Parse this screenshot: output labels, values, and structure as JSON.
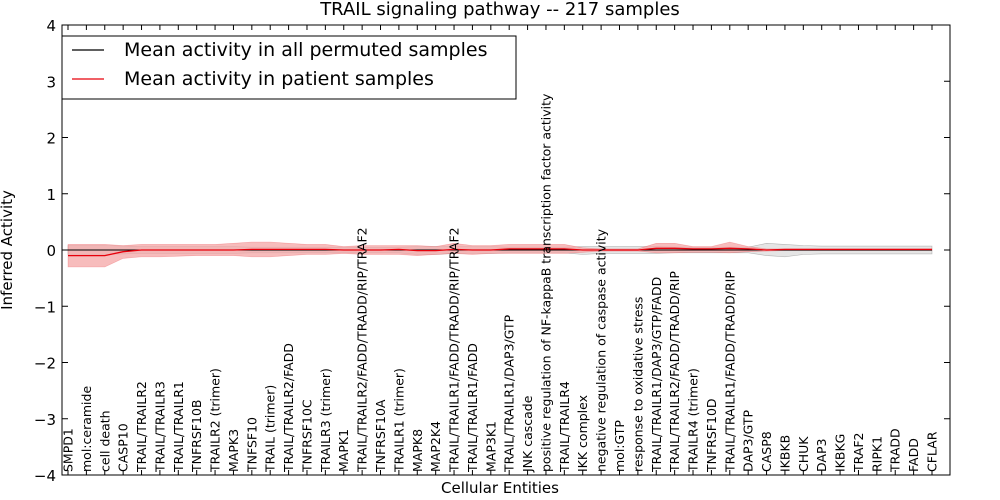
{
  "chart_data": {
    "type": "line",
    "title": "TRAIL signaling pathway -- 217 samples",
    "xlabel": "Cellular Entities",
    "ylabel": "Inferred Activity",
    "ylim": [
      -4,
      4
    ],
    "yticks": [
      "−4",
      "−3",
      "−2",
      "−1",
      "0",
      "1",
      "2",
      "3",
      "4"
    ],
    "grid": false,
    "legend_position": "top-left",
    "colors": {
      "permuted": "#000000",
      "patient": "#e8000b",
      "patient_band": "#f4a6a6",
      "permuted_band": "#cfcfcf"
    },
    "categories": [
      "SMPD1",
      "mol:ceramide",
      "cell death",
      "CASP10",
      "TRAIL/TRAILR2",
      "TRAIL/TRAILR3",
      "TRAIL/TRAILR1",
      "TNFRSF10B",
      "TRAILR2 (trimer)",
      "MAPK3",
      "TNFSF10",
      "TRAIL (trimer)",
      "TRAIL/TRAILR2/FADD",
      "TNFRSF10C",
      "TRAILR3 (trimer)",
      "MAPK1",
      "TRAIL/TRAILR2/FADD/TRADD/RIP/TRAF2",
      "TNFRSF10A",
      "TRAILR1 (trimer)",
      "MAPK8",
      "MAP2K4",
      "TRAIL/TRAILR1/FADD/TRADD/RIP/TRAF2",
      "TRAIL/TRAILR1/FADD",
      "MAP3K1",
      "TRAIL/TRAILR1/DAP3/GTP",
      "JNK cascade",
      "positive regulation of NF-kappaB transcription factor activity",
      "TRAIL/TRAILR4",
      "IKK complex",
      "negative regulation of caspase activity",
      "mol:GTP",
      "response to oxidative stress",
      "TRAIL/TRAILR1/DAP3/GTP/FADD",
      "TRAIL/TRAILR2/FADD/TRADD/RIP",
      "TRAILR4 (trimer)",
      "TNFRSF10D",
      "TRAIL/TRAILR1/FADD/TRADD/RIP",
      "DAP3/GTP",
      "CASP8",
      "IKBKB",
      "CHUK",
      "DAP3",
      "IKBKG",
      "TRAF2",
      "RIPK1",
      "TRADD",
      "FADD",
      "CFLAR"
    ],
    "series": [
      {
        "name": "Mean activity in all permuted samples",
        "values": [
          0,
          0,
          0,
          0,
          0,
          0,
          0,
          0,
          0,
          0,
          0,
          0,
          0,
          0,
          0,
          0,
          0,
          0,
          0,
          0,
          0,
          0,
          0,
          0,
          0,
          0,
          0,
          0,
          0,
          0,
          0,
          0,
          0,
          0,
          0,
          0,
          0,
          0,
          0,
          0,
          0,
          0,
          0,
          0,
          0,
          0,
          0,
          0
        ],
        "lower": [
          -0.08,
          -0.08,
          -0.08,
          -0.07,
          -0.06,
          -0.06,
          -0.06,
          -0.06,
          -0.06,
          -0.06,
          -0.05,
          -0.05,
          -0.05,
          -0.05,
          -0.05,
          -0.05,
          -0.05,
          -0.05,
          -0.05,
          -0.08,
          -0.08,
          -0.06,
          -0.06,
          -0.06,
          -0.05,
          -0.05,
          -0.05,
          -0.05,
          -0.08,
          -0.06,
          -0.06,
          -0.06,
          -0.06,
          -0.05,
          -0.05,
          -0.05,
          -0.05,
          -0.05,
          -0.1,
          -0.12,
          -0.08,
          -0.07,
          -0.07,
          -0.07,
          -0.07,
          -0.07,
          -0.07,
          -0.07
        ],
        "upper": [
          0.08,
          0.08,
          0.08,
          0.07,
          0.06,
          0.06,
          0.06,
          0.06,
          0.06,
          0.06,
          0.05,
          0.05,
          0.05,
          0.05,
          0.05,
          0.05,
          0.05,
          0.05,
          0.05,
          0.06,
          0.06,
          0.06,
          0.06,
          0.06,
          0.05,
          0.05,
          0.05,
          0.05,
          0.06,
          0.06,
          0.06,
          0.06,
          0.06,
          0.05,
          0.05,
          0.05,
          0.05,
          0.05,
          0.12,
          0.1,
          0.08,
          0.07,
          0.07,
          0.07,
          0.07,
          0.07,
          0.07,
          0.07
        ]
      },
      {
        "name": "Mean activity in patient samples",
        "values": [
          -0.1,
          -0.1,
          -0.1,
          -0.03,
          0.0,
          0.0,
          0.0,
          0.0,
          0.0,
          0.0,
          0.01,
          0.01,
          0.01,
          0.01,
          0.01,
          0.0,
          0.0,
          0.0,
          0.01,
          -0.01,
          -0.01,
          0.01,
          0.0,
          0.0,
          0.02,
          0.02,
          0.02,
          0.02,
          0.0,
          0.0,
          0.0,
          0.0,
          0.03,
          0.03,
          0.02,
          0.02,
          0.03,
          0.02,
          0.0,
          0.01,
          0.01,
          0.01,
          0.01,
          0.01,
          0.01,
          0.01,
          0.01,
          0.01
        ],
        "lower": [
          -0.3,
          -0.3,
          -0.3,
          -0.15,
          -0.12,
          -0.12,
          -0.11,
          -0.1,
          -0.1,
          -0.1,
          -0.12,
          -0.12,
          -0.1,
          -0.08,
          -0.08,
          -0.06,
          -0.08,
          -0.08,
          -0.08,
          -0.1,
          -0.08,
          -0.06,
          -0.08,
          -0.06,
          -0.06,
          -0.06,
          -0.06,
          -0.06,
          -0.04,
          -0.02,
          -0.02,
          -0.02,
          -0.05,
          -0.05,
          -0.04,
          -0.04,
          -0.05,
          -0.03,
          -0.02,
          -0.01,
          -0.01,
          -0.01,
          -0.01,
          -0.01,
          -0.01,
          -0.01,
          -0.01,
          -0.01
        ],
        "upper": [
          0.1,
          0.1,
          0.1,
          0.08,
          0.1,
          0.1,
          0.1,
          0.1,
          0.1,
          0.12,
          0.14,
          0.14,
          0.12,
          0.1,
          0.1,
          0.06,
          0.08,
          0.08,
          0.08,
          0.08,
          0.06,
          0.12,
          0.08,
          0.08,
          0.1,
          0.1,
          0.1,
          0.1,
          0.04,
          0.02,
          0.02,
          0.02,
          0.12,
          0.12,
          0.06,
          0.06,
          0.14,
          0.06,
          0.02,
          0.02,
          0.02,
          0.02,
          0.02,
          0.02,
          0.02,
          0.02,
          0.02,
          0.02
        ]
      }
    ]
  }
}
